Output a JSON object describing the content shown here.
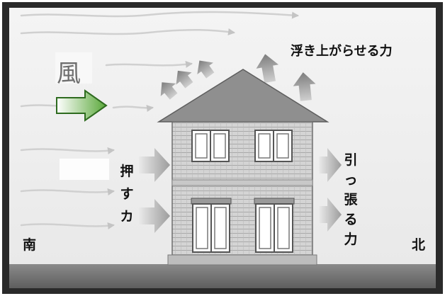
{
  "labels": {
    "wind": "風",
    "uplift_force": "浮き上がらせる力",
    "push_force": "押すカ",
    "pull_force": "引っ張る力",
    "south": "南",
    "north": "北"
  },
  "colors": {
    "wind_arrow_outline": "#2e6b1f",
    "wind_arrow_fill_start": "#ffffff",
    "wind_arrow_fill_end": "#5aa83a",
    "frame_border": "#222222",
    "sky_background": "#efefef",
    "ground": "#6e6e6e"
  }
}
